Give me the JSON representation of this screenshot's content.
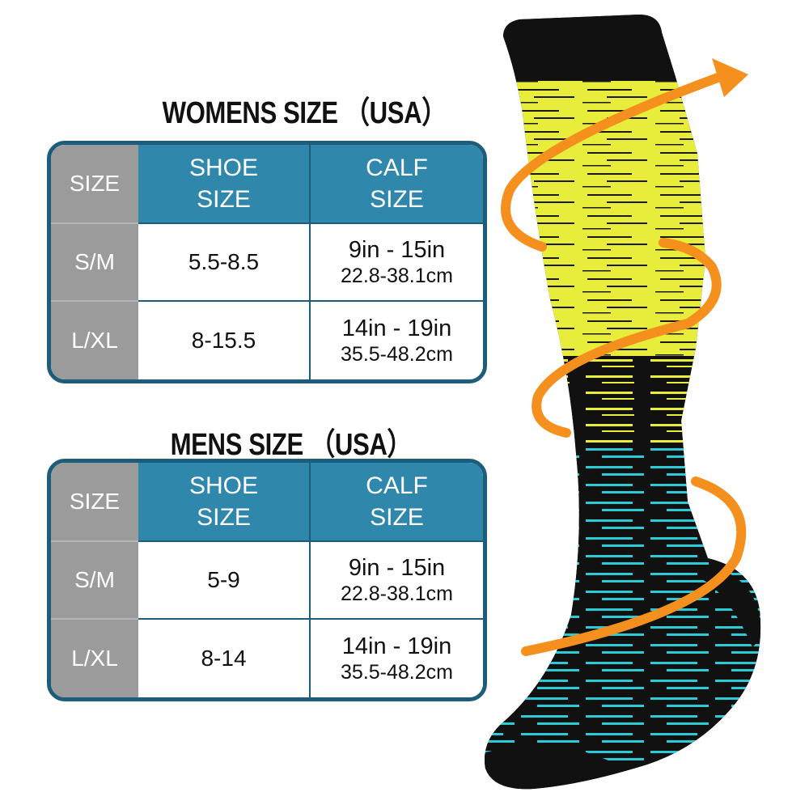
{
  "colors": {
    "header_blue": "#2f87ab",
    "border_navy": "#1d5c7a",
    "size_column_grey": "#9b9b9b",
    "sock_yellow": "#e8ec3a",
    "sock_cyan": "#2cc9d6",
    "sock_black": "#111111",
    "arrow_orange": "#f5901e"
  },
  "sock": {
    "icon": "compression-sock-icon",
    "arrow_icon": "spiral-arrow-icon"
  },
  "womens": {
    "title": "WOMENS SIZE （USA）",
    "headers": {
      "size": "SIZE",
      "shoe_line1": "SHOE",
      "shoe_line2": "SIZE",
      "calf_line1": "CALF",
      "calf_line2": "SIZE"
    },
    "rows": [
      {
        "size": "S/M",
        "shoe": "5.5-8.5",
        "calf_in": "9in  -  15in",
        "calf_cm": "22.8-38.1cm"
      },
      {
        "size": "L/XL",
        "shoe": "8-15.5",
        "calf_in": "14in  -  19in",
        "calf_cm": "35.5-48.2cm"
      }
    ]
  },
  "mens": {
    "title": "MENS SIZE （USA）",
    "headers": {
      "size": "SIZE",
      "shoe_line1": "SHOE",
      "shoe_line2": "SIZE",
      "calf_line1": "CALF",
      "calf_line2": "SIZE"
    },
    "rows": [
      {
        "size": "S/M",
        "shoe": "5-9",
        "calf_in": "9in  -  15in",
        "calf_cm": "22.8-38.1cm"
      },
      {
        "size": "L/XL",
        "shoe": "8-14",
        "calf_in": "14in  -  19in",
        "calf_cm": "35.5-48.2cm"
      }
    ]
  }
}
